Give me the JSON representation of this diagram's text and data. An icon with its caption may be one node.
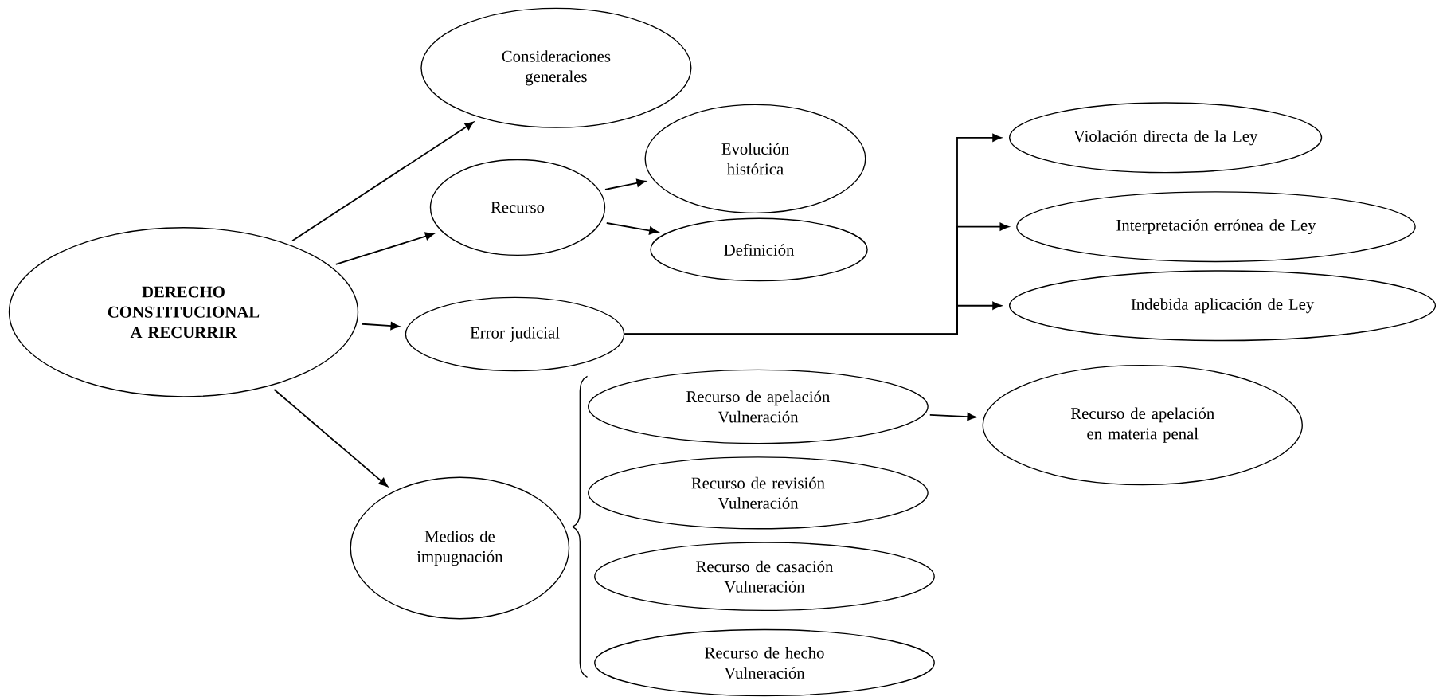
{
  "diagram": {
    "nodes": [
      {
        "text": [
          "**DERECHO CONSTITUCIONAL A RECURRIR**"
        ]
      },
      {
        "text": [
          "Consideraciones generales"
        ]
      },
      {
        "text": [
          "Recurso"
        ]
      },
      {
        "text": [
          "Evolución histórica"
        ]
      },
      {
        "text": [
          "Definición"
        ]
      },
      {
        "text": [
          "Error judicial"
        ]
      },
      {
        "text": [
          "Medios de impugnación"
        ]
      },
      {
        "text": [
          "Violación directa de la Ley"
        ]
      },
      {
        "text": [
          "Interpretación errónea de Ley"
        ]
      },
      {
        "text": [
          "Indebida aplicación de Ley"
        ]
      },
      {
        "text": [
          "Recurso de apelación Vulneración"
        ]
      },
      {
        "text": [
          "Recurso de apelación en materia penal"
        ]
      },
      {
        "text": [
          "Recurso de revisión Vulneración"
        ]
      },
      {
        "text": [
          "Recurso de casación Vulneración"
        ]
      },
      {
        "text": [
          "Recurso de hecho Vulneración"
        ]
      }
    ],
    "edges": [
      {
        "from": 0,
        "to": 1,
        "arrow": "to"
      },
      {
        "from": 0,
        "to": 2,
        "arrow": "to"
      },
      {
        "from": 0,
        "to": 5,
        "arrow": "to"
      },
      {
        "from": 0,
        "to": 6,
        "arrow": "to"
      },
      {
        "from": 2,
        "to": 3,
        "arrow": "to"
      },
      {
        "from": 2,
        "to": 4,
        "arrow": "to"
      },
      {
        "from": 5,
        "to": 7,
        "arrow": "to"
      },
      {
        "from": 5,
        "to": 8,
        "arrow": "to"
      },
      {
        "from": 5,
        "to": 9,
        "arrow": "to"
      },
      {
        "from": 10,
        "to": 11,
        "arrow": "to"
      }
    ]
  }
}
